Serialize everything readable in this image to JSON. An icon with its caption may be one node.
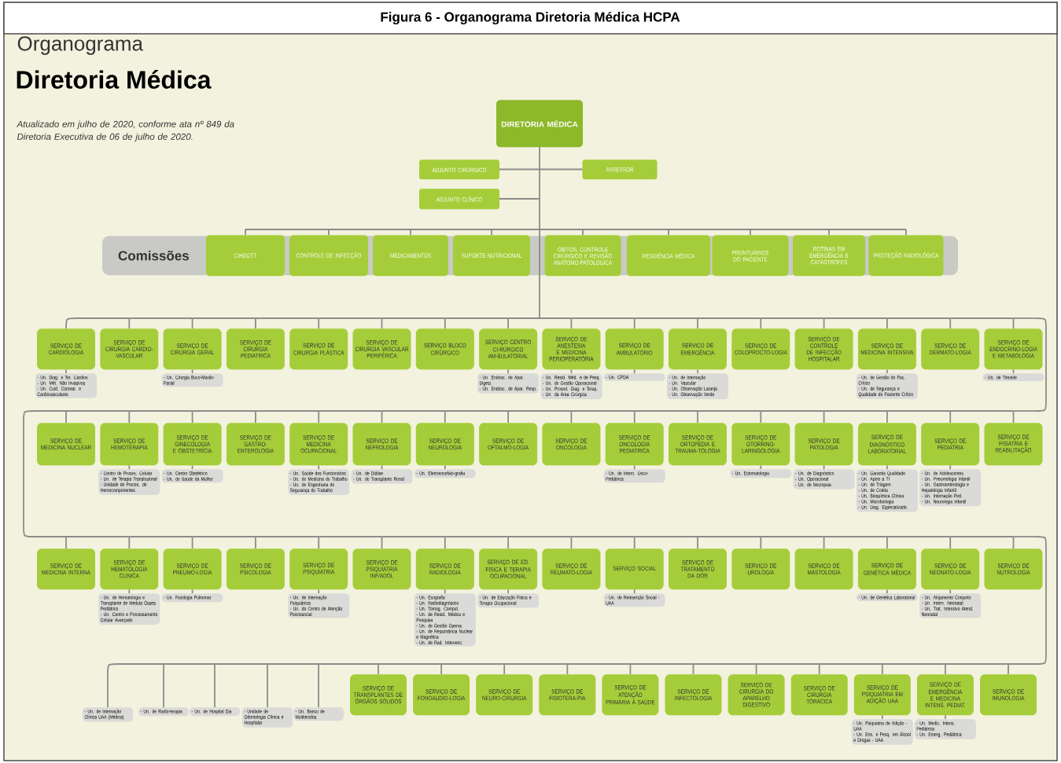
{
  "diagram": {
    "title": "Figura 6 - Organograma Diretoria Médica HCPA",
    "nodes": [
      {
        "text": [
          "DIRETORIA MÉDICA"
        ]
      },
      {
        "text": [
          "ADJUNTO CIRÚRGICO"
        ]
      },
      {
        "text": [
          "ASSESSOR"
        ]
      },
      {
        "text": [
          "ADJUNTO CLÍNICO"
        ]
      },
      {
        "text": [
          "Comissões"
        ]
      },
      {
        "text": [
          "CIHDOTT"
        ],
        "in": 4
      },
      {
        "text": [
          "CONTROLE DE INFECÇÃO"
        ],
        "in": 4
      },
      {
        "text": [
          "MEDICAMENTOS"
        ],
        "in": 4
      },
      {
        "text": [
          "SUPORTE NUTRICIONAL"
        ],
        "in": 4
      },
      {
        "text": [
          "ÓBITOS, CONTROLE CIRÚRGICO E REVISÃO ANATOMO-PATOLÓGICA"
        ],
        "in": 4
      },
      {
        "text": [
          "RESIDÊNCIA MÉDICA"
        ],
        "in": 4
      },
      {
        "text": [
          "PRONTUÁRIOS DO PACIENTE"
        ],
        "in": 4
      },
      {
        "text": [
          "ROTINAS EM EMERGÊNCIA E CATÁSTROFES"
        ],
        "in": 4
      },
      {
        "text": [
          "PROTEÇÃO RADIOLÓGICA"
        ],
        "in": 4
      },
      {
        "text": [
          "SERVIÇO DE CARDIOLOGIA"
        ]
      },
      {
        "text": [
          "SERVIÇO DE CIRURGIA CARDIO-VASCULAR"
        ]
      },
      {
        "text": [
          "SERVIÇO DE CIRURGIA GERAL"
        ]
      },
      {
        "text": [
          "SERVIÇO DE CIRURGIA PEDIATRICA"
        ]
      },
      {
        "text": [
          "SERVIÇO DE CIRURGIA PLÁSTICA"
        ]
      },
      {
        "text": [
          "SERVIÇO DE CIRURGIA VASCULAR PERIFÉRICA"
        ]
      },
      {
        "text": [
          "SERVIÇO BLOCO CIRÚRGICO"
        ]
      },
      {
        "text": [
          "SERVIÇO CENTRO CI-RÚRGICO AM-BULATORIAL"
        ]
      },
      {
        "text": [
          "SERVIÇO DE ANESTESIA E MEDICINA PERIOPERATÓRIA"
        ]
      },
      {
        "text": [
          "SERVIÇO DE AMBULATÓRIO"
        ]
      },
      {
        "text": [
          "SERVIÇO DE EMERGÊNCIA"
        ]
      },
      {
        "text": [
          "SERVIÇO DE COLOPROCTO-LOGIA"
        ]
      },
      {
        "text": [
          "SERVIÇO DE CONTROLE DE INFECÇÃO HOSPITALAR"
        ]
      },
      {
        "text": [
          "SERVIÇO DE MEDICINA INTENSIVA"
        ]
      },
      {
        "text": [
          "SERVIÇO DE DERMATO-LOGIA"
        ]
      },
      {
        "text": [
          "SERVIÇO DE ENDOCRINO-LOGIA E METABOLOGIA"
        ]
      },
      {
        "text": [
          "- Un. Diag. e Ter. Cardiov.",
          "- Un. Mét. Não Invasivos",
          "- Un. Cuid. Coronar. e Cardiovasculares"
        ]
      },
      {
        "text": [
          "- Un. Cirurgia Buco-Maxilo-Facial"
        ]
      },
      {
        "text": [
          "- Un. Endosc. de Apar. Digest.",
          "- Un. Endosc. de Apar. Resp."
        ]
      },
      {
        "text": [
          "- Un. Resid. Méd. e de Pesq.",
          "- Un. de Gestão Operacional",
          "- Un. Proced. Diag. e Terap.",
          "- Un. da Área Cirúrgica"
        ]
      },
      {
        "text": [
          "- Un. CPDA"
        ]
      },
      {
        "text": [
          "- Un. de Internação",
          "- Un. Vascular",
          "- Un. Observação Laranja",
          "- Un. Observação Verde"
        ]
      },
      {
        "text": [
          "- Un. de Gestão do Pac. Crítico",
          "- Un. de Segurança e Qualidade do Paciente Crítico"
        ]
      },
      {
        "text": [
          "- Un. de Tireoide"
        ]
      },
      {
        "text": [
          "SERVIÇO DE MEDICINA NUCLEAR"
        ]
      },
      {
        "text": [
          "SERVIÇO DE HEMOTERAPIA"
        ]
      },
      {
        "text": [
          "SERVIÇO DE GINECOLOGIA E OBSTETRÍCIA"
        ]
      },
      {
        "text": [
          "SERVIÇO DE GASTRO-ENTEROLOGIA"
        ]
      },
      {
        "text": [
          "SERVIÇO DE MEDICINA OCUPACIONAL"
        ]
      },
      {
        "text": [
          "SERVIÇO DE NEFROLOGIA"
        ]
      },
      {
        "text": [
          "SERVIÇO DE NEUROLOGIA"
        ]
      },
      {
        "text": [
          "SERVIÇO DE OFTALMO-LOGIA"
        ]
      },
      {
        "text": [
          "SERVIÇO DE ONCOLOGIA"
        ]
      },
      {
        "text": [
          "SERVIÇO DE ONCOLOGIA PEDIATRICA"
        ]
      },
      {
        "text": [
          "SERVIÇO DE ORTOPEDIA E TRAUMA-TOLOGIA"
        ]
      },
      {
        "text": [
          "SERVIÇO DE OTORRINO-LARINGOLOGIA"
        ]
      },
      {
        "text": [
          "SERVIÇO DE PATOLOGIA"
        ]
      },
      {
        "text": [
          "SERVIÇO DE DIAGNÓSTICO LABORATORIAL"
        ]
      },
      {
        "text": [
          "SERVIÇO DE PEDIATRIA"
        ]
      },
      {
        "text": [
          "SERVIÇO DE FISIATRIA E REABILITAÇÃO"
        ]
      },
      {
        "text": [
          "- Centro de Proces. Celular",
          "- Un. de Terapia Transfusional",
          "- Unidade de Proces. de Hemocomponentes"
        ]
      },
      {
        "text": [
          "- Un. Centro Obstétrico",
          "- Un. de Saúde da Mulher"
        ]
      },
      {
        "text": [
          "- Un. Saúde dos Funcionários",
          "- Un. de Medicina do Trabalho",
          "- Un. de Engenharia de Segurança do Trabalho"
        ]
      },
      {
        "text": [
          "- Un. de Diálise",
          "- Un. de Transplante Renal"
        ]
      },
      {
        "text": [
          "- Un. Eletroencefalo-grafia"
        ]
      },
      {
        "text": [
          "- Un. de Intern. Onco-Pediátrica"
        ]
      },
      {
        "text": [
          "- Un. Estomatologia"
        ]
      },
      {
        "text": [
          "- Un. de Diagnóstico",
          "- Un. Operacional",
          "- Un. de Necropsia"
        ]
      },
      {
        "text": [
          "- Un. Garantia Qualidade",
          "- Un. Apoio a TI",
          "- Un. de Triagem",
          "- Un. de Coleta",
          "- Un. Bioquímica Clínica",
          "- Un. Microbiologia",
          "- Un. Diag. Especializado"
        ]
      },
      {
        "text": [
          "- Un. de Adolescentes",
          "- Un. Pneumologia Infantil",
          "- Un. Gastroenterologia e Hepatologia Infantil",
          "- Un. Internação Ped.",
          "- Un. Neurologia Infantil"
        ]
      },
      {
        "text": [
          "SERVIÇO DE MEDICINA INTERNA"
        ]
      },
      {
        "text": [
          "SERVIÇO DE HEMATOLOGIA CLINICA"
        ]
      },
      {
        "text": [
          "SERVIÇO DE PNEUMO-LOGIA"
        ]
      },
      {
        "text": [
          "SERVIÇO DE PSICOLOGIA"
        ]
      },
      {
        "text": [
          "SERVIÇO DE PSIQUIATRIA"
        ]
      },
      {
        "text": [
          "SERVIÇO DE PSIQUIATRIA INF/ADOL"
        ]
      },
      {
        "text": [
          "SERVIÇO DE RADIOLOGIA"
        ]
      },
      {
        "text": [
          "SERVIÇO DE ED. FÍSICA E TERAPIA OCUPACIONAL"
        ]
      },
      {
        "text": [
          "SERVIÇO DE REUMATO-LOGIA"
        ]
      },
      {
        "text": [
          "SERVIÇO SOCIAL"
        ]
      },
      {
        "text": [
          "SERVIÇO DE TRATAMENTO DA DOR"
        ]
      },
      {
        "text": [
          "SERVIÇO DE UROLOGIA"
        ]
      },
      {
        "text": [
          "SERVIÇO DE MASTOLOGIA"
        ]
      },
      {
        "text": [
          "SERVIÇO DE GENÉTICA MÉDICA"
        ]
      },
      {
        "text": [
          "SERVIÇO DE NEONATO-LOGIA"
        ]
      },
      {
        "text": [
          "SERVIÇO DE NUTROLOGIA"
        ]
      },
      {
        "text": [
          "- Un. de Hematologia e Transplante de Medula Óssea Pediátrico",
          "- Un. Centro e Processamento Celular Avançado"
        ]
      },
      {
        "text": [
          "- Un. Fisiologia Pulmonar"
        ]
      },
      {
        "text": [
          "- Un. de Internação Psiquiátrica",
          "- Un. do Centro de Atenção Psicossocial"
        ]
      },
      {
        "text": [
          "- Un. Ecografia",
          "- Un. Radiodiagnóstico",
          "- Un. Tomog. Comput.",
          "- Un. de Resid. Médica e Pesquisa",
          "- Un. de Gestão Operac.",
          "- Un. de Ressonância Nuclear e Magnética",
          "- Un. de Rad. Intervenc."
        ]
      },
      {
        "text": [
          "- Un. de Educação Física e Terapia Ocupacional"
        ]
      },
      {
        "text": [
          "- Un. de Reinserção Social - UAA"
        ]
      },
      {
        "text": [
          "- Un. de Genética Laboratorial"
        ]
      },
      {
        "text": [
          "- Un. Alojamento Conjunto",
          "- Un. Intern. Neonatal",
          "- Un. Trat. Intensivo Atend. Neonatal"
        ]
      },
      {
        "text": [
          "- Un. de Internação Clínica UAA (Médica)"
        ]
      },
      {
        "text": [
          "- Un. de Radio-terapia"
        ]
      },
      {
        "text": [
          "- Un. de Hospital Dia"
        ]
      },
      {
        "text": [
          "- Unidade de Odontologia Clínica e Hospitalar"
        ]
      },
      {
        "text": [
          "- Un. Banco de Multitecidos"
        ]
      },
      {
        "text": [
          "SERVIÇO DE TRANSPLANTES DE ÓRGÃOS SÓLIDOS"
        ]
      },
      {
        "text": [
          "SERVIÇO DE FONOAUDIO-LOGIA"
        ]
      },
      {
        "text": [
          "SERVIÇO DE NEURO-CIRURGIA"
        ]
      },
      {
        "text": [
          "SERVIÇO DE FISIOTERA-PIA"
        ]
      },
      {
        "text": [
          "SERVIÇO DE ATENÇÃO PRIMÁRIA À SAÚDE"
        ]
      },
      {
        "text": [
          "SERVIÇO DE INFECTOLOGIA"
        ]
      },
      {
        "text": [
          "SERVIÇO DE CIRURGIA DO APARELHO DIGESTIVO"
        ]
      },
      {
        "text": [
          "SERVIÇO DE CIRURGIA TORÁCICA"
        ]
      },
      {
        "text": [
          "SERVIÇO DE PSIQUIATRIA EM ADIÇÃO UAA"
        ]
      },
      {
        "text": [
          "SERVIÇO DE EMERGÊNCIA E MEDICINA INTENS. PEDIAT."
        ]
      },
      {
        "text": [
          "SERVIÇO DE IMUNOLOGIA"
        ]
      },
      {
        "text": [
          "- Un. Psiquiatria de Adição - UAA",
          "- Un. Ens. e Pesq. em Álcool e Drogas - UAA"
        ]
      },
      {
        "text": [
          "- Un. Medic. Intens. Pediátrica",
          "- Un. Emerg. Pediátrica"
        ]
      }
    ],
    "edges": [
      {
        "from": 0,
        "to": 1,
        "arrow": "none"
      },
      {
        "from": 0,
        "to": 2,
        "arrow": "none"
      },
      {
        "from": 0,
        "to": 3,
        "arrow": "none"
      },
      {
        "from": 0,
        "to": 5,
        "arrow": "none"
      },
      {
        "from": 0,
        "to": 6,
        "arrow": "none"
      },
      {
        "from": 0,
        "to": 7,
        "arrow": "none"
      },
      {
        "from": 0,
        "to": 8,
        "arrow": "none"
      },
      {
        "from": 0,
        "to": 9,
        "arrow": "none"
      },
      {
        "from": 0,
        "to": 10,
        "arrow": "none"
      },
      {
        "from": 0,
        "to": 11,
        "arrow": "none"
      },
      {
        "from": 0,
        "to": 12,
        "arrow": "none"
      },
      {
        "from": 0,
        "to": 13,
        "arrow": "none"
      },
      {
        "from": 0,
        "to": 14,
        "arrow": "none"
      },
      {
        "from": 0,
        "to": 15,
        "arrow": "none"
      },
      {
        "from": 0,
        "to": 16,
        "arrow": "none"
      },
      {
        "from": 0,
        "to": 17,
        "arrow": "none"
      },
      {
        "from": 0,
        "to": 18,
        "arrow": "none"
      },
      {
        "from": 0,
        "to": 19,
        "arrow": "none"
      },
      {
        "from": 0,
        "to": 20,
        "arrow": "none"
      },
      {
        "from": 0,
        "to": 21,
        "arrow": "none"
      },
      {
        "from": 0,
        "to": 22,
        "arrow": "none"
      },
      {
        "from": 0,
        "to": 23,
        "arrow": "none"
      },
      {
        "from": 0,
        "to": 24,
        "arrow": "none"
      },
      {
        "from": 0,
        "to": 25,
        "arrow": "none"
      },
      {
        "from": 0,
        "to": 26,
        "arrow": "none"
      },
      {
        "from": 0,
        "to": 27,
        "arrow": "none"
      },
      {
        "from": 0,
        "to": 28,
        "arrow": "none"
      },
      {
        "from": 0,
        "to": 29,
        "arrow": "none"
      },
      {
        "from": 14,
        "to": 30,
        "arrow": "none"
      },
      {
        "from": 16,
        "to": 31,
        "arrow": "none"
      },
      {
        "from": 21,
        "to": 32,
        "arrow": "none"
      },
      {
        "from": 22,
        "to": 33,
        "arrow": "none"
      },
      {
        "from": 23,
        "to": 34,
        "arrow": "none"
      },
      {
        "from": 24,
        "to": 35,
        "arrow": "none"
      },
      {
        "from": 27,
        "to": 36,
        "arrow": "none"
      },
      {
        "from": 29,
        "to": 37,
        "arrow": "none"
      },
      {
        "from": 0,
        "to": 38,
        "arrow": "none"
      },
      {
        "from": 0,
        "to": 39,
        "arrow": "none"
      },
      {
        "from": 0,
        "to": 40,
        "arrow": "none"
      },
      {
        "from": 0,
        "to": 41,
        "arrow": "none"
      },
      {
        "from": 0,
        "to": 42,
        "arrow": "none"
      },
      {
        "from": 0,
        "to": 43,
        "arrow": "none"
      },
      {
        "from": 0,
        "to": 44,
        "arrow": "none"
      },
      {
        "from": 0,
        "to": 45,
        "arrow": "none"
      },
      {
        "from": 0,
        "to": 46,
        "arrow": "none"
      },
      {
        "from": 0,
        "to": 47,
        "arrow": "none"
      },
      {
        "from": 0,
        "to": 48,
        "arrow": "none"
      },
      {
        "from": 0,
        "to": 49,
        "arrow": "none"
      },
      {
        "from": 0,
        "to": 50,
        "arrow": "none"
      },
      {
        "from": 0,
        "to": 51,
        "arrow": "none"
      },
      {
        "from": 0,
        "to": 52,
        "arrow": "none"
      },
      {
        "from": 0,
        "to": 53,
        "arrow": "none"
      },
      {
        "from": 39,
        "to": 54,
        "arrow": "none"
      },
      {
        "from": 40,
        "to": 55,
        "arrow": "none"
      },
      {
        "from": 42,
        "to": 56,
        "arrow": "none"
      },
      {
        "from": 43,
        "to": 57,
        "arrow": "none"
      },
      {
        "from": 44,
        "to": 58,
        "arrow": "none"
      },
      {
        "from": 47,
        "to": 59,
        "arrow": "none"
      },
      {
        "from": 49,
        "to": 60,
        "arrow": "none"
      },
      {
        "from": 50,
        "to": 61,
        "arrow": "none"
      },
      {
        "from": 51,
        "to": 62,
        "arrow": "none"
      },
      {
        "from": 52,
        "to": 63,
        "arrow": "none"
      },
      {
        "from": 0,
        "to": 64,
        "arrow": "none"
      },
      {
        "from": 0,
        "to": 65,
        "arrow": "none"
      },
      {
        "from": 0,
        "to": 66,
        "arrow": "none"
      },
      {
        "from": 0,
        "to": 67,
        "arrow": "none"
      },
      {
        "from": 0,
        "to": 68,
        "arrow": "none"
      },
      {
        "from": 0,
        "to": 69,
        "arrow": "none"
      },
      {
        "from": 0,
        "to": 70,
        "arrow": "none"
      },
      {
        "from": 0,
        "to": 71,
        "arrow": "none"
      },
      {
        "from": 0,
        "to": 72,
        "arrow": "none"
      },
      {
        "from": 0,
        "to": 73,
        "arrow": "none"
      },
      {
        "from": 0,
        "to": 74,
        "arrow": "none"
      },
      {
        "from": 0,
        "to": 75,
        "arrow": "none"
      },
      {
        "from": 0,
        "to": 76,
        "arrow": "none"
      },
      {
        "from": 0,
        "to": 77,
        "arrow": "none"
      },
      {
        "from": 0,
        "to": 78,
        "arrow": "none"
      },
      {
        "from": 0,
        "to": 79,
        "arrow": "none"
      },
      {
        "from": 65,
        "to": 80,
        "arrow": "none"
      },
      {
        "from": 66,
        "to": 81,
        "arrow": "none"
      },
      {
        "from": 68,
        "to": 82,
        "arrow": "none"
      },
      {
        "from": 70,
        "to": 83,
        "arrow": "none"
      },
      {
        "from": 71,
        "to": 84,
        "arrow": "none"
      },
      {
        "from": 73,
        "to": 85,
        "arrow": "none"
      },
      {
        "from": 77,
        "to": 86,
        "arrow": "none"
      },
      {
        "from": 78,
        "to": 87,
        "arrow": "none"
      },
      {
        "from": 0,
        "to": 88,
        "arrow": "none"
      },
      {
        "from": 0,
        "to": 89,
        "arrow": "none"
      },
      {
        "from": 0,
        "to": 90,
        "arrow": "none"
      },
      {
        "from": 0,
        "to": 91,
        "arrow": "none"
      },
      {
        "from": 0,
        "to": 92,
        "arrow": "none"
      },
      {
        "from": 0,
        "to": 93,
        "arrow": "none"
      },
      {
        "from": 0,
        "to": 94,
        "arrow": "none"
      },
      {
        "from": 0,
        "to": 95,
        "arrow": "none"
      },
      {
        "from": 0,
        "to": 96,
        "arrow": "none"
      },
      {
        "from": 0,
        "to": 97,
        "arrow": "none"
      },
      {
        "from": 0,
        "to": 98,
        "arrow": "none"
      },
      {
        "from": 0,
        "to": 99,
        "arrow": "none"
      },
      {
        "from": 0,
        "to": 100,
        "arrow": "none"
      },
      {
        "from": 0,
        "to": 101,
        "arrow": "none"
      },
      {
        "from": 0,
        "to": 102,
        "arrow": "none"
      },
      {
        "from": 0,
        "to": 103,
        "arrow": "none"
      },
      {
        "from": 101,
        "to": 104,
        "arrow": "none"
      },
      {
        "from": 102,
        "to": 105,
        "arrow": "none"
      }
    ],
    "labels": [
      "Organograma",
      "Diretoria Médica",
      "Atualizado em julho de 2020, conforme ata nº 849 da Diretoria Executiva de 06 de julho de 2020."
    ]
  }
}
